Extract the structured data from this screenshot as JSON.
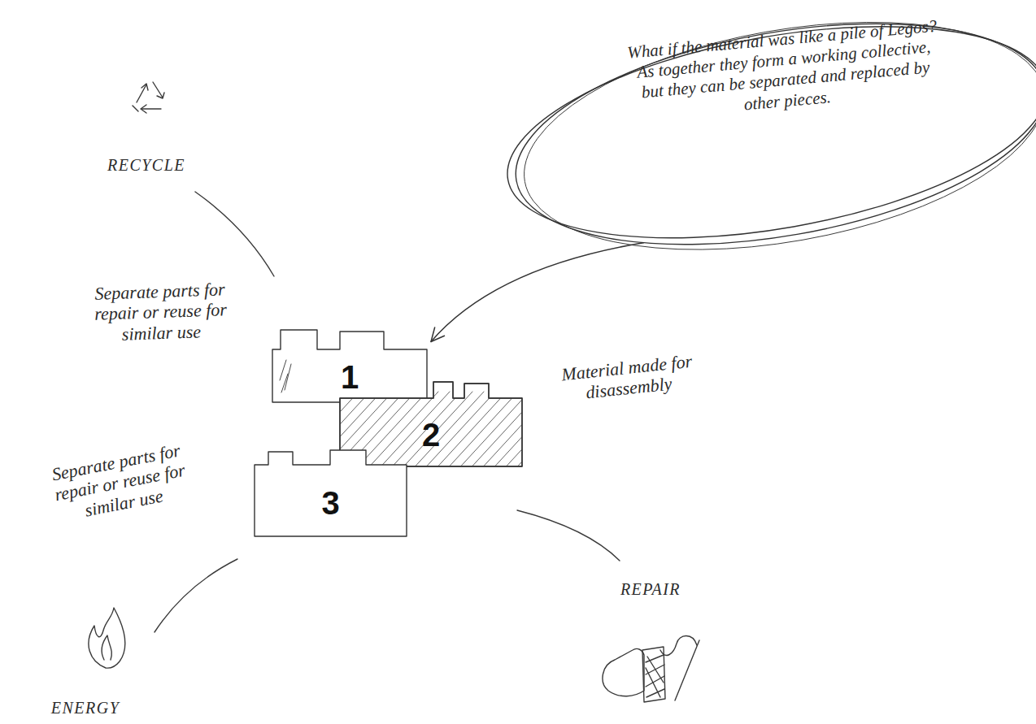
{
  "diagram": {
    "nodes": [
      {
        "text": [
          "What if the material was like a pile of Legos? As together they form a working collective, but they can be separated and replaced by other pieces."
        ]
      },
      {
        "text": [
          "1"
        ]
      },
      {
        "text": [
          "2"
        ]
      },
      {
        "text": [
          "3"
        ]
      }
    ],
    "edges": [
      {
        "from": 0,
        "to": 1,
        "arrow": "to"
      }
    ],
    "labels": [
      "RECYCLE",
      "Separate parts for repair or reuse for similar use",
      "Material made for disassembly",
      "Separate parts for repair or reuse for similar use",
      "REPAIR",
      "ENERGY"
    ]
  }
}
